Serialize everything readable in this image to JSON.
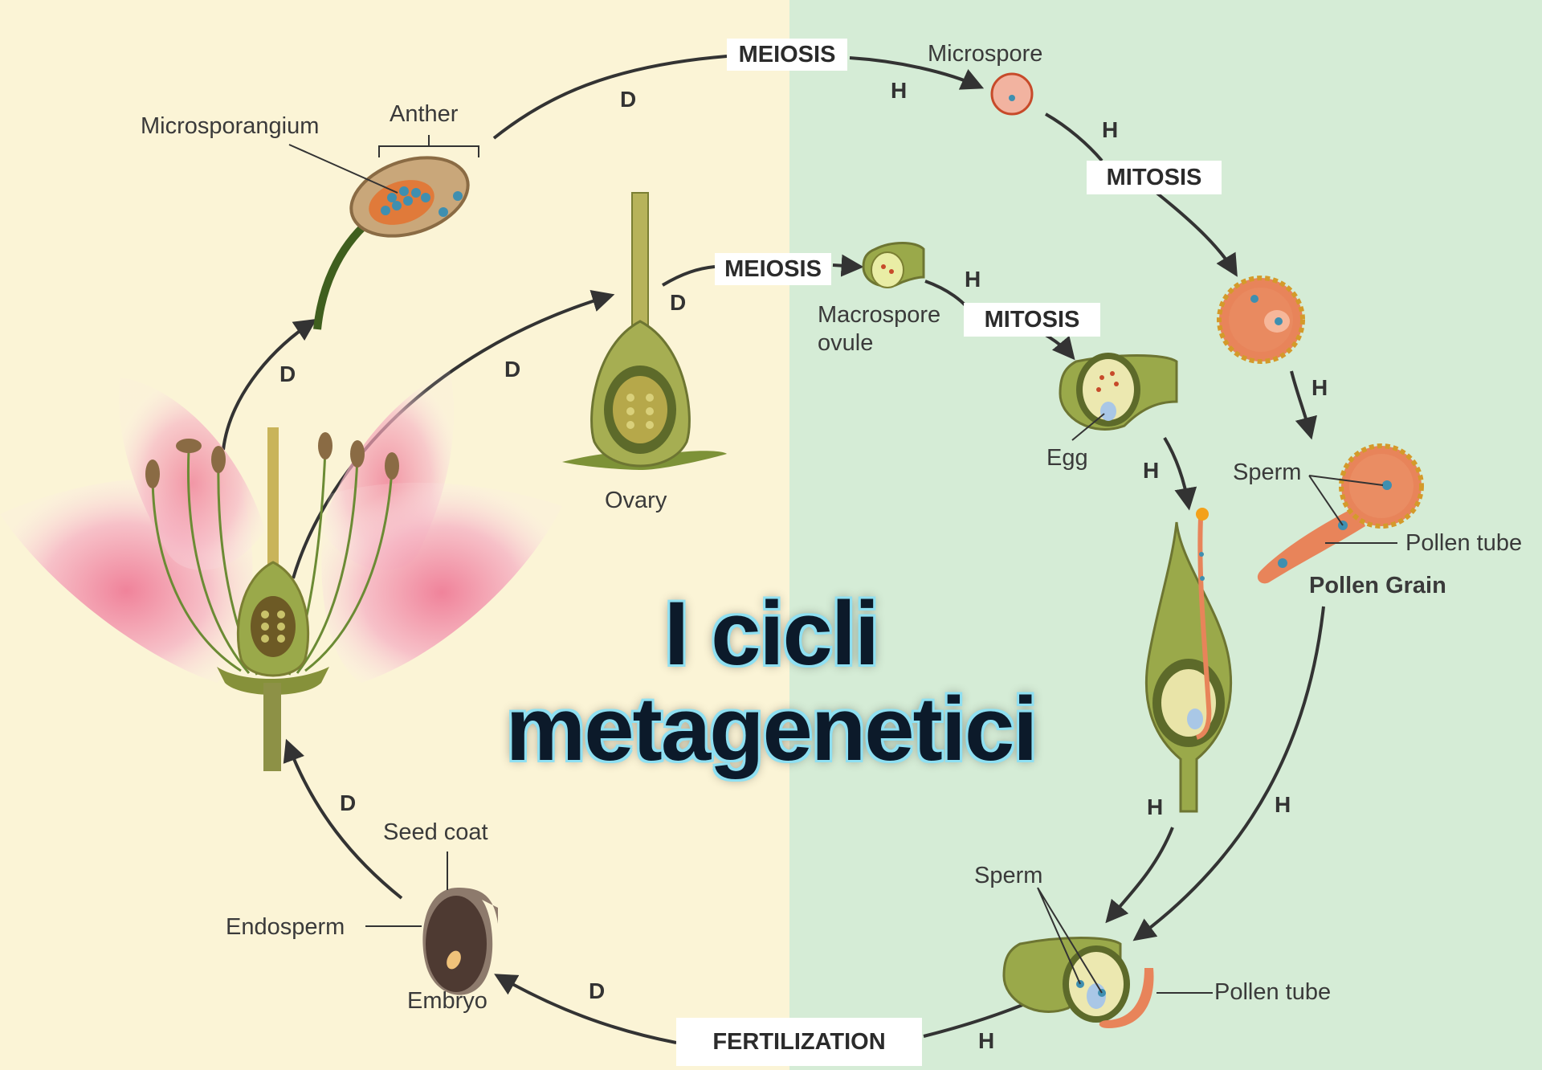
{
  "title": {
    "line1": "I cicli",
    "line2": "metagenetici"
  },
  "stages": {
    "meiosis_top": "MEIOSIS",
    "meiosis_mid": "MEIOSIS",
    "mitosis_right": "MITOSIS",
    "mitosis_mid": "MITOSIS",
    "fertilization": "FERTILIZATION"
  },
  "labels": {
    "microsporangium": "Microsporangium",
    "anther": "Anther",
    "microspore": "Microspore",
    "macrospore": "Macrospore",
    "ovule": "ovule",
    "ovary": "Ovary",
    "egg": "Egg",
    "sperm_right": "Sperm",
    "pollen_tube_right": "Pollen tube",
    "pollen_grain": "Pollen Grain",
    "sperm_bottom": "Sperm",
    "pollen_tube_bottom": "Pollen tube",
    "seed_coat": "Seed coat",
    "endosperm": "Endosperm",
    "embryo": "Embryo"
  },
  "ploidy": {
    "diploid": "D",
    "haploid": "H"
  },
  "colors": {
    "diploid_background": "#fbf4d6",
    "haploid_background": "#d5ecd6",
    "arrow": "#333333",
    "petal": "#f7a9bd",
    "ovary_green": "#7f7a2e",
    "pollen_orange": "#e8845a",
    "spore_blue": "#3f8fb0",
    "title_outline": "#8fe0f2"
  }
}
